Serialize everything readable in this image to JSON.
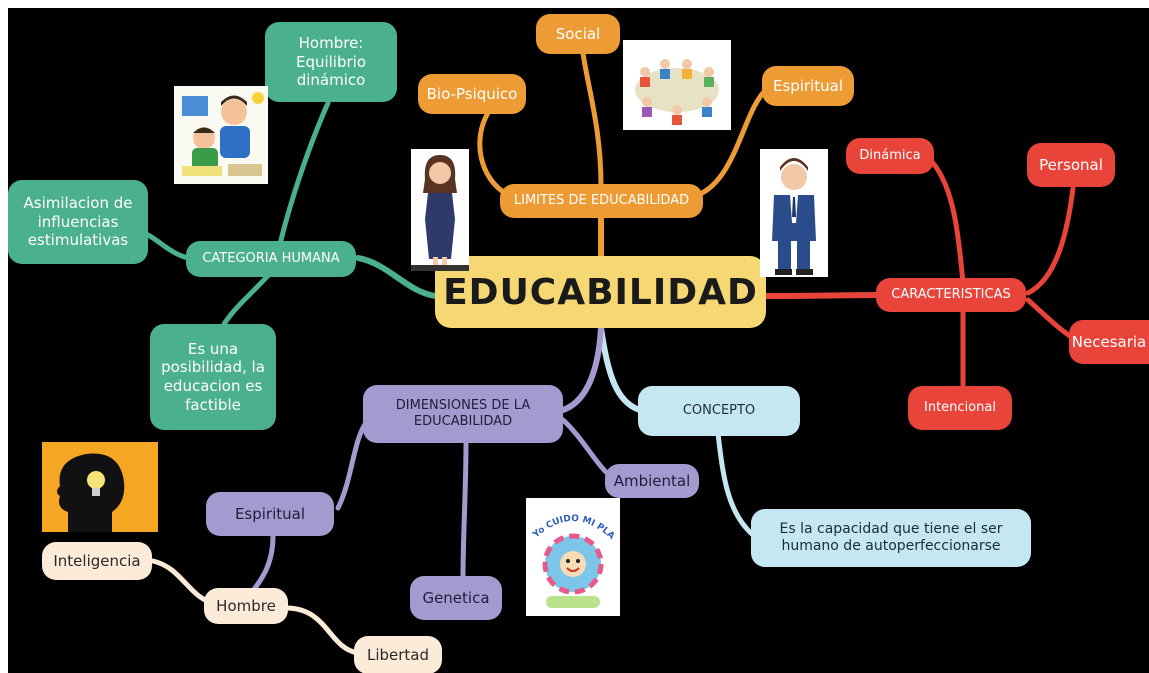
{
  "root": "EDUCABILIDAD",
  "colors": {
    "orange": "#ec9b35",
    "green": "#4bb08c",
    "red": "#e8443a",
    "purple": "#a59ad0",
    "blue": "#c5e7f2",
    "cream": "#fdebd9",
    "root": "#f5d774",
    "background": "#000000"
  },
  "limites": {
    "label": "LIMITES DE EDUCABILIDAD",
    "social": "Social",
    "bio": "Bio-Psiquico",
    "espiritual": "Espiritual"
  },
  "categoria": {
    "label": "CATEGORIA HUMANA",
    "hombre_eq": "Hombre: Equilibrio dinámico",
    "asimilacion": "Asimilacion de influencias estimulativas",
    "posibilidad": "Es una posibilidad, la educacion es factible"
  },
  "caracteristicas": {
    "label": "CARACTERISTICAS",
    "dinamica": "Dinámica",
    "personal": "Personal",
    "necesaria": "Necesaria",
    "intencional": "Intencional"
  },
  "dimensiones": {
    "label": "DIMENSIONES DE LA EDUCABILIDAD",
    "espiritual": "Espiritual",
    "ambiental": "Ambiental",
    "genetica": "Genetica",
    "hombre": "Hombre",
    "inteligencia": "Inteligencia",
    "libertad": "Libertad"
  },
  "concepto": {
    "label": "CONCEPTO",
    "definicion": "Es la capacidad que tiene el ser humano de autoperfeccionarse"
  },
  "images": {
    "planeta_logo_text": "Yo CUIDO MI PLANETA"
  }
}
